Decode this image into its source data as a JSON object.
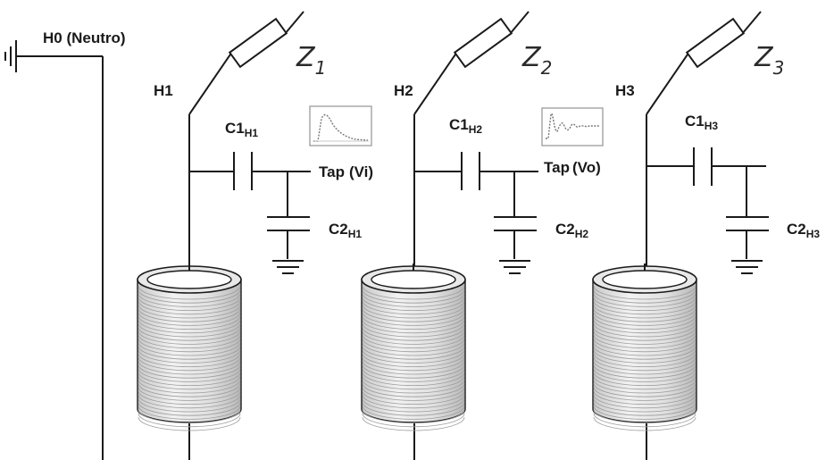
{
  "neutral": {
    "label": "H0 (Neutro)"
  },
  "phases": [
    {
      "terminal": "H1",
      "impedance": "Z",
      "impedance_sub": "1",
      "c1": "C1",
      "c1_sub": "H1",
      "c2": "C2",
      "c2_sub": "H1",
      "tap": "Tap",
      "tap_signal": "(Vi)"
    },
    {
      "terminal": "H2",
      "impedance": "Z",
      "impedance_sub": "2",
      "c1": "C1",
      "c1_sub": "H2",
      "c2": "C2",
      "c2_sub": "H2",
      "tap": "Tap",
      "tap_signal": "(Vo)"
    },
    {
      "terminal": "H3",
      "impedance": "Z",
      "impedance_sub": "3",
      "c1": "C1",
      "c1_sub": "H3",
      "c2": "C2",
      "c2_sub": "H3",
      "tap": "",
      "tap_signal": ""
    }
  ],
  "waveforms": [
    {
      "name": "input-impulse",
      "shape": "decaying-impulse"
    },
    {
      "name": "output-oscillation",
      "shape": "damped-oscillation"
    }
  ],
  "colors": {
    "line": "#1a1a1a",
    "coil": "#bdbdbd",
    "coil_top": "#e8e8e8",
    "waveform": "#888888"
  }
}
